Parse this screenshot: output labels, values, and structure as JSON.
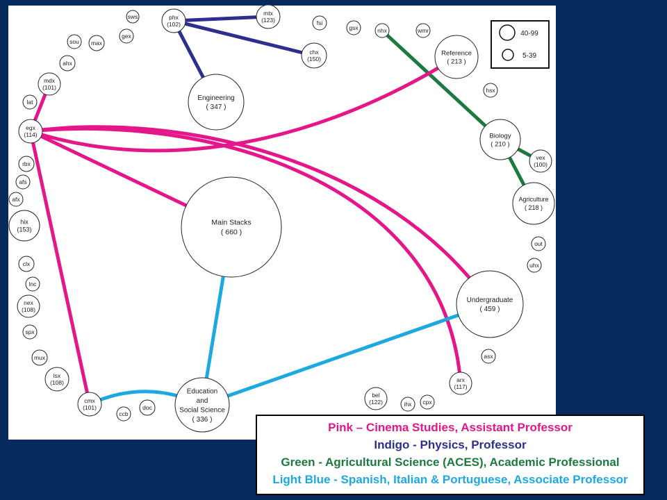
{
  "colors": {
    "background": "#052a5b",
    "panel": "#ffffff"
  },
  "diagram": {
    "nodes": [
      {
        "lines": [
          "phx",
          "(102)"
        ]
      },
      {
        "lines": [
          "sws"
        ]
      },
      {
        "lines": [
          "gex"
        ]
      },
      {
        "lines": [
          "mtx",
          "(123)"
        ]
      },
      {
        "lines": [
          "fsi"
        ]
      },
      {
        "lines": [
          "gsx"
        ]
      },
      {
        "lines": [
          "nhx"
        ]
      },
      {
        "lines": [
          "wmr"
        ]
      },
      {
        "lines": [
          "chx",
          "(150)"
        ]
      },
      {
        "lines": [
          "Engineering",
          "( 347 )"
        ]
      },
      {
        "lines": [
          "sou"
        ]
      },
      {
        "lines": [
          "max"
        ]
      },
      {
        "lines": [
          "ahx"
        ]
      },
      {
        "lines": [
          "mdx",
          "(101)"
        ]
      },
      {
        "lines": [
          "lat"
        ]
      },
      {
        "lines": [
          "egx",
          "(114)"
        ]
      },
      {
        "lines": [
          "rbx"
        ]
      },
      {
        "lines": [
          "afs"
        ]
      },
      {
        "lines": [
          "afx"
        ]
      },
      {
        "lines": [
          "hix",
          "(153)"
        ]
      },
      {
        "lines": [
          "clx"
        ]
      },
      {
        "lines": [
          "lnc"
        ]
      },
      {
        "lines": [
          "nex",
          "(108)"
        ]
      },
      {
        "lines": [
          "spx"
        ]
      },
      {
        "lines": [
          "mux"
        ]
      },
      {
        "lines": [
          "lsx",
          "(108)"
        ]
      },
      {
        "lines": [
          "cmx",
          "(101)"
        ]
      },
      {
        "lines": [
          "ccb"
        ]
      },
      {
        "lines": [
          "doc"
        ]
      },
      {
        "lines": [
          "Education",
          "and",
          "Social Science",
          "( 336 )"
        ]
      },
      {
        "lines": [
          "Main Stacks",
          "( 660 )"
        ]
      },
      {
        "lines": [
          "Reference",
          "( 213 )"
        ]
      },
      {
        "lines": [
          "hsx"
        ]
      },
      {
        "lines": [
          "Biology",
          "( 210 )"
        ]
      },
      {
        "lines": [
          "vex",
          "(100)"
        ]
      },
      {
        "lines": [
          "Agriculture",
          "( 218 )"
        ]
      },
      {
        "lines": [
          "out"
        ]
      },
      {
        "lines": [
          "uhx"
        ]
      },
      {
        "lines": [
          "Undergraduate",
          "( 459 )"
        ]
      },
      {
        "lines": [
          "asx"
        ]
      },
      {
        "lines": [
          "arx",
          "(117)"
        ]
      },
      {
        "lines": [
          "bel",
          "(122)"
        ]
      },
      {
        "lines": [
          "ihx"
        ]
      },
      {
        "lines": [
          "cpx"
        ]
      }
    ],
    "edges": [
      {
        "from": 0,
        "to": 3,
        "color": "#2d2f8f"
      },
      {
        "from": 0,
        "to": 8,
        "color": "#2d2f8f"
      },
      {
        "from": 0,
        "to": 9,
        "color": "#2d2f8f"
      },
      {
        "from": 6,
        "to": 33,
        "color": "#1b7a3f"
      },
      {
        "from": 33,
        "to": 34,
        "color": "#1b7a3f"
      },
      {
        "from": 33,
        "to": 35,
        "color": "#1b7a3f"
      },
      {
        "from": 13,
        "to": 15,
        "color": "#e4168a"
      },
      {
        "from": 15,
        "to": 30,
        "color": "#e4168a"
      },
      {
        "from": 15,
        "to": 26,
        "color": "#e4168a"
      },
      {
        "from": 15,
        "to": 31,
        "color": "#e4168a"
      },
      {
        "from": 15,
        "to": 38,
        "color": "#e4168a"
      },
      {
        "from": 15,
        "to": 40,
        "color": "#e4168a"
      },
      {
        "from": 30,
        "to": 29,
        "color": "#1ca9e2"
      },
      {
        "from": 29,
        "to": 38,
        "color": "#1ca9e2"
      },
      {
        "from": 26,
        "to": 29,
        "color": "#1ca9e2"
      }
    ],
    "size_legend": {
      "large": "40-99",
      "small": "5-39"
    }
  },
  "legend": {
    "lines": [
      {
        "text": "Pink – Cinema Studies, Assistant Professor",
        "color": "#e4168a"
      },
      {
        "text": "Indigo - Physics, Professor",
        "color": "#2d2f8f"
      },
      {
        "text": "Green - Agricultural Science (ACES), Academic Professional",
        "color": "#1b7a3f"
      },
      {
        "text": "Light Blue - Spanish, Italian & Portuguese, Associate Professor",
        "color": "#1ca9e2"
      }
    ]
  }
}
